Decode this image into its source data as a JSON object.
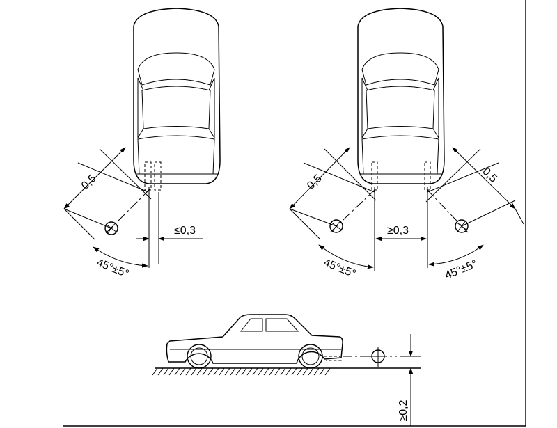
{
  "diagram": {
    "left_view": {
      "offset_label": "0,5",
      "gap_label": "≤0,3",
      "angle_label": "45°±5°"
    },
    "right_view": {
      "offset_label_left": "0,5",
      "offset_label_right": "0,5",
      "gap_label": "≥0,3",
      "angle_label_left": "45°±5°",
      "angle_label_right": "45°±5°"
    },
    "side_view": {
      "height_label": "≥0,2"
    }
  }
}
